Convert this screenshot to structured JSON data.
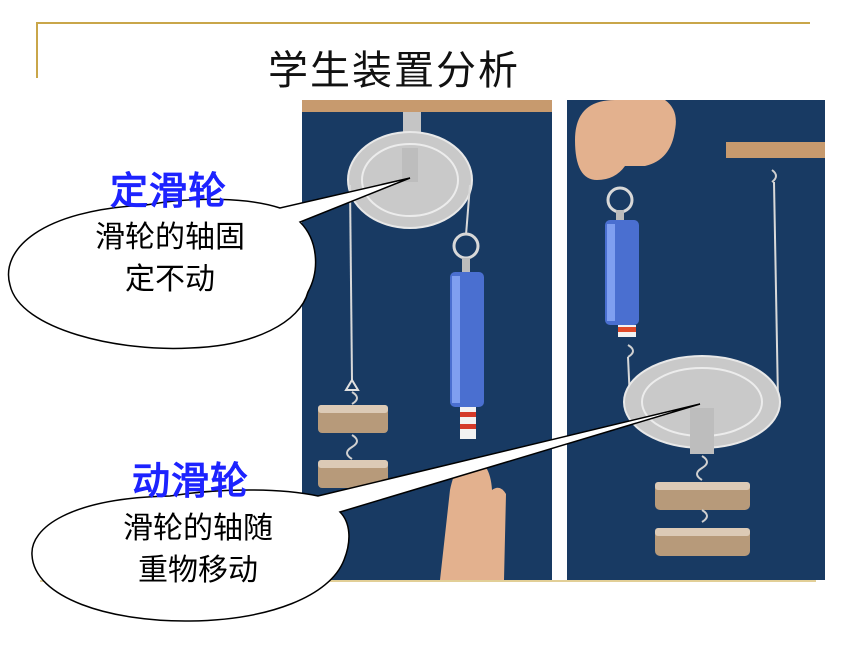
{
  "slide": {
    "title": "学生装置分析"
  },
  "callouts": {
    "fixed": {
      "label": "定滑轮",
      "line1": "滑轮的轴固",
      "line2": "定不动"
    },
    "movable": {
      "label": "动滑轮",
      "line1": "滑轮的轴随",
      "line2": "重物移动"
    }
  },
  "colors": {
    "label_blue": "#1d23ff",
    "photo_bg": "#183a63",
    "frame_gold": "#c9a64a",
    "scale_blue": "#4a6fd0"
  }
}
